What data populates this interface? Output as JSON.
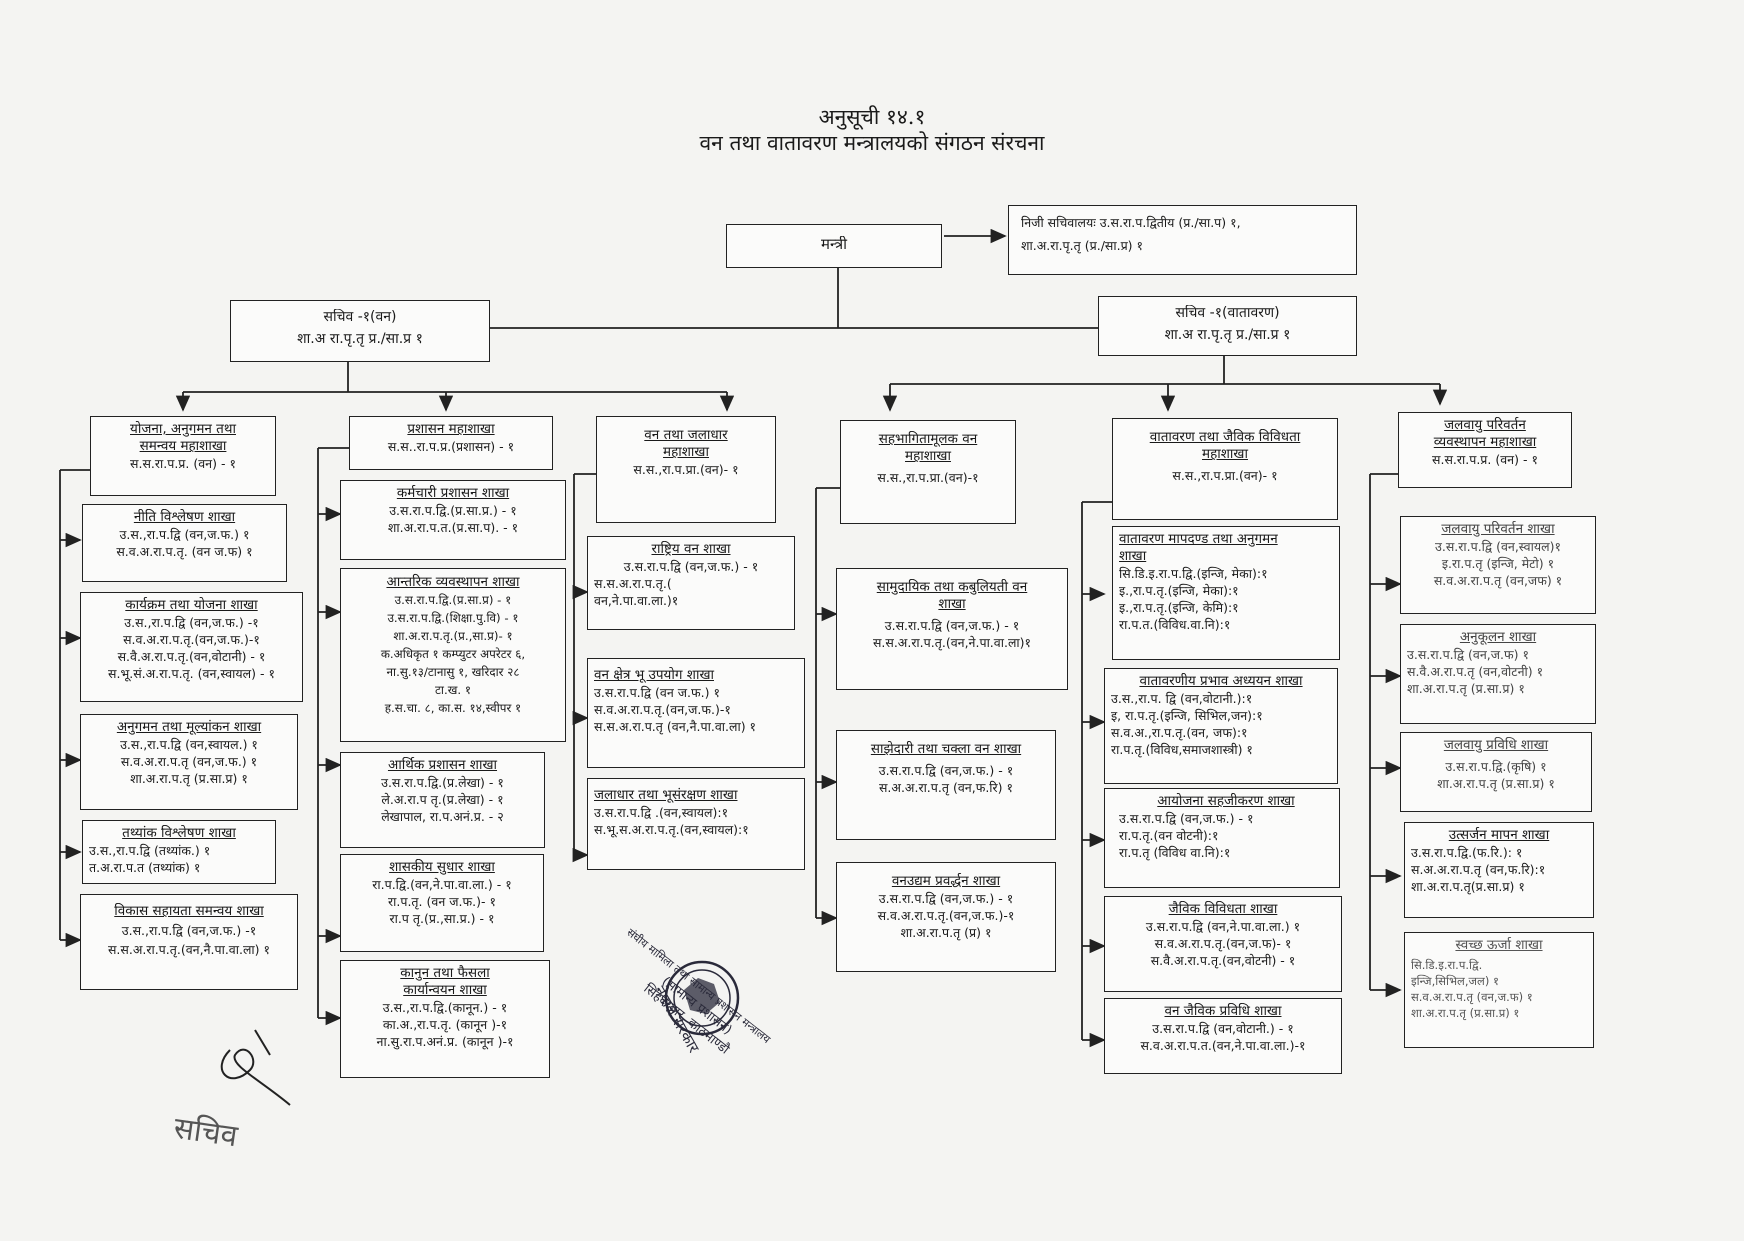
{
  "header": {
    "line1": "अनुसूची १४.१",
    "line2": "वन तथा वातावरण मन्त्रालयको संगठन संरचना"
  },
  "minister": {
    "label": "मन्त्री"
  },
  "private_secretariat": {
    "lines": [
      "निजी सचिवालयः उ.स.रा.प.द्वितीय (प्र./सा.प) १,",
      "शा.अ.रा.पृ.तृ (प्र./सा.प्र) १"
    ]
  },
  "secretary_forest": {
    "lines": [
      "सचिव -१(वन)",
      "शा.अ रा.पृ.तृ प्र./सा.प्र १"
    ]
  },
  "secretary_env": {
    "lines": [
      "सचिव -१(वातावरण)",
      "शा.अ रा.पृ.तृ प्र./सा.प्र १"
    ]
  },
  "divisions": [
    {
      "head": [
        "योजना, अनुगमन तथा",
        "समन्वय महाशाखा"
      ],
      "lines": [
        "स.स.रा.प.प्र. (वन) - १"
      ]
    },
    {
      "head": [
        "प्रशासन महाशाखा"
      ],
      "lines": [
        "स.स..रा.प.प्र.(प्रशासन) - १"
      ]
    },
    {
      "head": [
        "वन तथा जलाधार",
        "महाशाखा"
      ],
      "lines": [
        "स.स.,रा.प.प्रा.(वन)- १"
      ]
    },
    {
      "head": [
        "सहभागितामूलक वन",
        "महाशाखा"
      ],
      "lines": [
        "स.स.,रा.प.प्रा.(वन)-१"
      ]
    },
    {
      "head": [
        "वातावरण तथा जैविक विविधता",
        "महाशाखा"
      ],
      "lines": [
        "स.स.,रा.प.प्रा.(वन)- १"
      ]
    },
    {
      "head": [
        "जलवायु परिवर्तन",
        "व्यवस्थापन महाशाखा"
      ],
      "lines": [
        "स.स.रा.प.प्र. (वन) - १"
      ]
    }
  ],
  "col1_sections": [
    {
      "head": [
        "नीति विश्लेषण शाखा"
      ],
      "lines": [
        "उ.स.,रा.प.द्वि (वन,ज.फ.) १",
        "स.व.अ.रा.प.तृ. (वन ज.फ) १"
      ]
    },
    {
      "head": [
        "कार्यक्रम तथा योजना शाखा"
      ],
      "lines": [
        "उ.स.,रा.प.द्वि (वन,ज.फ.) -१",
        "स.व.अ.रा.प.तृ.(वन,ज.फ.)-१",
        "स.वै.अ.रा.प.तृ.(वन,वोटानी) - १",
        "स.भू.सं.अ.रा.प.तृ. (वन,स्वायल) - १"
      ]
    },
    {
      "head": [
        "अनुगमन तथा मूल्यांकन शाखा"
      ],
      "lines": [
        "उ.स.,रा.प.द्वि (वन,स्वायल.) १",
        "स.व.अ.रा.प.तृ (वन,ज.फ.) १",
        "शा.अ.रा.प.तृ (प्र.सा.प्र) १"
      ]
    },
    {
      "head": [
        "तथ्यांक विश्लेषण शाखा"
      ],
      "lines": [
        "उ.स.,रा.प.द्वि (तथ्यांक.) १",
        "त.अ.रा.प.त (तथ्यांक) १"
      ]
    },
    {
      "head": [
        "विकास सहायता समन्वय शाखा"
      ],
      "lines": [
        "उ.स.,रा.प.द्वि (वन,ज.फ.) -१",
        "स.स.अ.रा.प.तृ.(वन,नै.पा.वा.ला) १"
      ]
    }
  ],
  "col2_sections": [
    {
      "head": [
        "कर्मचारी प्रशासन शाखा"
      ],
      "lines": [
        "उ.स.रा.प.द्वि.(प्र.सा.प्र.) - १",
        "शा.अ.रा.प.त.(प्र.सा.प). - १"
      ]
    },
    {
      "head": [
        "आन्तरिक व्यवस्थापन शाखा"
      ],
      "lines": [
        "उ.स.रा.प.द्वि.(प्र.सा.प्र) - १",
        "उ.स.रा.प.द्वि.(शिक्षा.पु.वि) - १",
        "शा.अ.रा.प.तृ.(प्र.,सा.प्र)- १",
        "क.अधिकृत १ कम्प्युटर अपरेटर ६,",
        "ना.सु.१३/टानासु १, खरिदार २८",
        "टा.ख. १",
        "ह.स.चा. ८, का.स. १४,स्वीपर १"
      ]
    },
    {
      "head": [
        "आर्थिक प्रशासन शाखा"
      ],
      "lines": [
        "उ.स.रा.प.द्वि.(प्र.लेखा) - १",
        "ले.अ.रा.प तृ.(प्र.लेखा) - १",
        "लेखापाल, रा.प.अनं.प्र. - २"
      ]
    },
    {
      "head": [
        "शासकीय सुधार शाखा"
      ],
      "lines": [
        "रा.प.द्वि.(वन,ने.पा.वा.ला.) - १",
        "रा.प.तृ. (वन ज.फ.)- १",
        "रा.प तृ.(प्र.,सा.प्र.) - १"
      ]
    },
    {
      "head": [
        "कानुन तथा फैसला",
        "कार्यान्वयन शाखा"
      ],
      "lines": [
        "उ.स.,रा.प.द्वि.(कानून.) - १",
        "का.अ.,रा.प.तृ. (कानून )-१",
        "ना.सु.रा.प.अनं.प्र. (कानून )-१"
      ]
    }
  ],
  "col3_sections": [
    {
      "head": [
        "राष्ट्रिय वन शाखा"
      ],
      "lines": [
        "उ.स.रा.प.द्वि (वन,ज.फ.) - १",
        "स.स.अ.रा.प.तृ.(",
        "वन,ने.पा.वा.ला.)१"
      ]
    },
    {
      "head": [
        "वन क्षेत्र भू उपयोग शाखा"
      ],
      "lines": [
        "उ.स.रा.प.द्वि (वन ज.फ.) १",
        "स.व.अ.रा.प.तृ.(वन,ज.फ.)-१",
        "स.स.अ.रा.प.तृ (वन,नै.पा.वा.ला) १"
      ]
    },
    {
      "head": [
        "जलाधार तथा भूसंरक्षण शाखा"
      ],
      "lines": [
        "उ.स.रा.प.द्वि .(वन,स्वायल):१",
        "स.भू.स.अ.रा.प.तृ.(वन,स्वायल):१"
      ]
    }
  ],
  "col4_sections": [
    {
      "head": [
        "सामुदायिक तथा कबुलियती वन",
        "शाखा"
      ],
      "lines": [
        "उ.स.रा.प.द्वि (वन,ज.फ.) - १",
        "स.स.अ.रा.प.तृ.(वन,ने.पा.वा.ला)१"
      ]
    },
    {
      "head": [
        "साझेदारी तथा चक्ला वन शाखा"
      ],
      "lines": [
        "उ.स.रा.प.द्वि (वन,ज.फ.) - १",
        "स.अ.अ.रा.प.तृ (वन,फ.रि) १"
      ]
    },
    {
      "head": [
        "वनउद्यम प्रवर्द्धन शाखा"
      ],
      "lines": [
        "उ.स.रा.प.द्वि (वन,ज.फ.) - १",
        "स.व.अ.रा.प.तृ.(वन,ज.फ.)-१",
        "शा.अ.रा.प.तृ (प्र) १"
      ]
    }
  ],
  "col5_sections": [
    {
      "head": [
        "वातावरण मापदण्ड तथा अनुगमन",
        "शाखा"
      ],
      "lines": [
        "सि.डि.इ.रा.प.द्वि.(इन्जि, मेका):१",
        "इ.,रा.प.तृ.(इन्जि, मेका):१",
        "इ.,रा.प.तृ.(इन्जि, केमि):१",
        "रा.प.त.(विविध.वा.नि):१"
      ],
      "align": "left"
    },
    {
      "head": [
        "वातावरणीय प्रभाव अध्ययन शाखा"
      ],
      "lines": [
        "उ.स.,रा.प. द्वि (वन,वोटानी.):१",
        "इ, रा.प.तृ.(इन्जि, सिभिल,जन):१",
        "स.व.अ.,रा.प.तृ.(वन, जफ):१",
        "रा.प.तृ.(विविध,समाजशास्त्री) १"
      ],
      "align": "left"
    },
    {
      "head": [
        "आयोजना सहजीकरण शाखा"
      ],
      "lines": [
        "उ.स.रा.प.द्वि (वन,ज.फ.) - १",
        "रा.प.तृ.(वन वोटनी):१",
        "रा.प.तृ (विविध वा.नि):१"
      ],
      "align": "left"
    },
    {
      "head": [
        "जैविक विविधता शाखा"
      ],
      "lines": [
        "उ.स.रा.प.द्वि (वन,ने.पा.वा.ला.) १",
        "स.व.अ.रा.प.तृ.(वन,ज.फ)- १",
        "स.वै.अ.रा.प.तृ.(वन,वोटनी) - १"
      ]
    },
    {
      "head": [
        "वन जैविक प्रविधि शाखा"
      ],
      "lines": [
        "उ.स.रा.प.द्वि (वन,वोटानी.) - १",
        "स.व.अ.रा.प.त.(वन,ने.पा.वा.ला.)-१"
      ]
    }
  ],
  "col6_sections": [
    {
      "head": [
        "जलवायु परिवर्तन शाखा"
      ],
      "lines": [
        "उ.स.रा.प.द्वि (वन,स्वायल)१",
        "इ.रा.प.तृ (इन्जि, मेटो) १",
        "स.व.अ.रा.प.तृ (वन,जफ) १"
      ]
    },
    {
      "head": [
        "अनुकूलन शाखा"
      ],
      "lines": [
        "उ.स.रा.प.द्वि (वन,ज.फ) १",
        "स.वै.अ.रा.प.तृ (वन,वोटनी) १",
        "शा.अ.रा.प.तृ (प्र.सा.प्र) १"
      ],
      "align": "left"
    },
    {
      "head": [
        "जलवायु प्रविधि शाखा"
      ],
      "lines": [
        "उ.स.रा.प.द्वि.(कृषि) १",
        "शा.अ.रा.प.तृ (प्र.सा.प्र) १"
      ]
    },
    {
      "head": [
        "उत्सर्जन मापन शाखा"
      ],
      "lines": [
        "उ.स.रा.प.द्वि.(फ.रि.): १",
        "स.अ.अ.रा.प.तृ (वन,फ.रि):१",
        "शा.अ.रा.प.तृ(प्र.सा.प्र) १"
      ],
      "align": "left"
    },
    {
      "head": [
        "स्वच्छ ऊर्जा शाखा"
      ],
      "lines": [
        "सि.डि.इ.रा.प.द्वि.",
        "इन्जि,सिभिल,जल) १",
        "स.व.अ.रा.प.तृ (वन,ज.फ) १",
        "शा.अ.रा.प.तृ (प्र.सा.प्र) १"
      ],
      "align": "left"
    }
  ],
  "stamp": {
    "lines": [
      "नेपाल सरकार",
      "संघीय मामिला तथा सामान्य प्रशासन मन्त्रालय",
      "(सामान्य प्रशासन)",
      "सिंहदरबार, काठमाण्डौ"
    ]
  },
  "signature": {
    "label": "सचिव"
  }
}
